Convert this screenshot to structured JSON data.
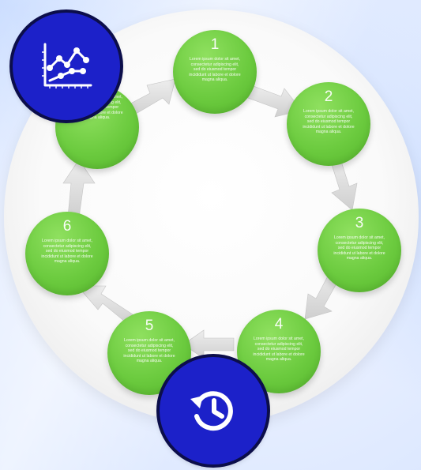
{
  "cycle": {
    "steps": [
      {
        "number": "1",
        "text": "Lorem ipsum dolor sit amet, consectetur adipiscing elit, sed do eiusmod tempor incididunt ut labore et dolore magna aliqua."
      },
      {
        "number": "2",
        "text": "Lorem ipsum dolor sit amet, consectetur adipiscing elit, sed do eiusmod tempor incididunt ut labore et dolore magna aliqua."
      },
      {
        "number": "3",
        "text": "Lorem ipsum dolor sit amet, consectetur adipiscing elit, sed do eiusmod tempor incididunt ut labore et dolore magna aliqua."
      },
      {
        "number": "4",
        "text": "Lorem ipsum dolor sit amet, consectetur adipiscing elit, sed do eiusmod tempor incididunt ut labore et dolore magna aliqua."
      },
      {
        "number": "5",
        "text": "Lorem ipsum dolor sit amet, consectetur adipiscing elit, sed do eiusmod tempor incididunt ut labore et dolore magna aliqua."
      },
      {
        "number": "6",
        "text": "Lorem ipsum dolor sit amet, consectetur adipiscing elit, sed do eiusmod tempor incididunt ut labore et dolore magna aliqua."
      },
      {
        "number": "",
        "text": "Lorem ipsum dolor sit amet, consectetur adipiscing elit, sed do eiusmod tempor incididunt ut labore et dolore magna aliqua."
      }
    ]
  },
  "badges": {
    "top_left_icon": "line-chart-icon",
    "bottom_icon": "history-icon"
  },
  "colors": {
    "step_green": "#6ccb3f",
    "badge_blue": "#1c21c9",
    "badge_border": "#0c0e4a",
    "arrow_gray": "#d6d6d6"
  }
}
